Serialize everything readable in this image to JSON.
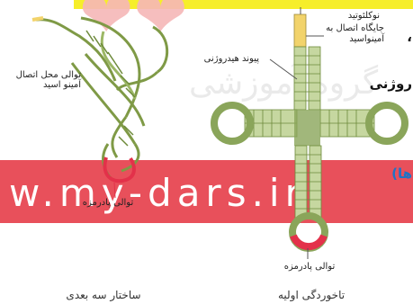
{
  "watermark": {
    "url": "w.my-dars.ir",
    "group": "گروه آموزشی"
  },
  "left_diagram": {
    "amino_site_label": "توالی محل اتصال آمینو اسید",
    "anticodon_label": "توالی پادرمزه",
    "caption": "ساختار سه بعدی"
  },
  "right_diagram": {
    "nucleotide_label": "نوکلئوتید",
    "attach_label": "جایگاه اتصال به آمینواسید",
    "hbond_label": "پیوند هیدروژنی",
    "anticodon_label": "توالی پادرمزه",
    "caption": "تاخوردگی اولیه"
  },
  "edge_text": {
    "right_bold": "روژنی",
    "right_blue": "ها)",
    "top_mark": "،"
  },
  "colors": {
    "stem": "#8aa55a",
    "stem_light": "#c6d7a0",
    "anticodon": "#e3314a",
    "nucleotide": "#f2d36b"
  }
}
